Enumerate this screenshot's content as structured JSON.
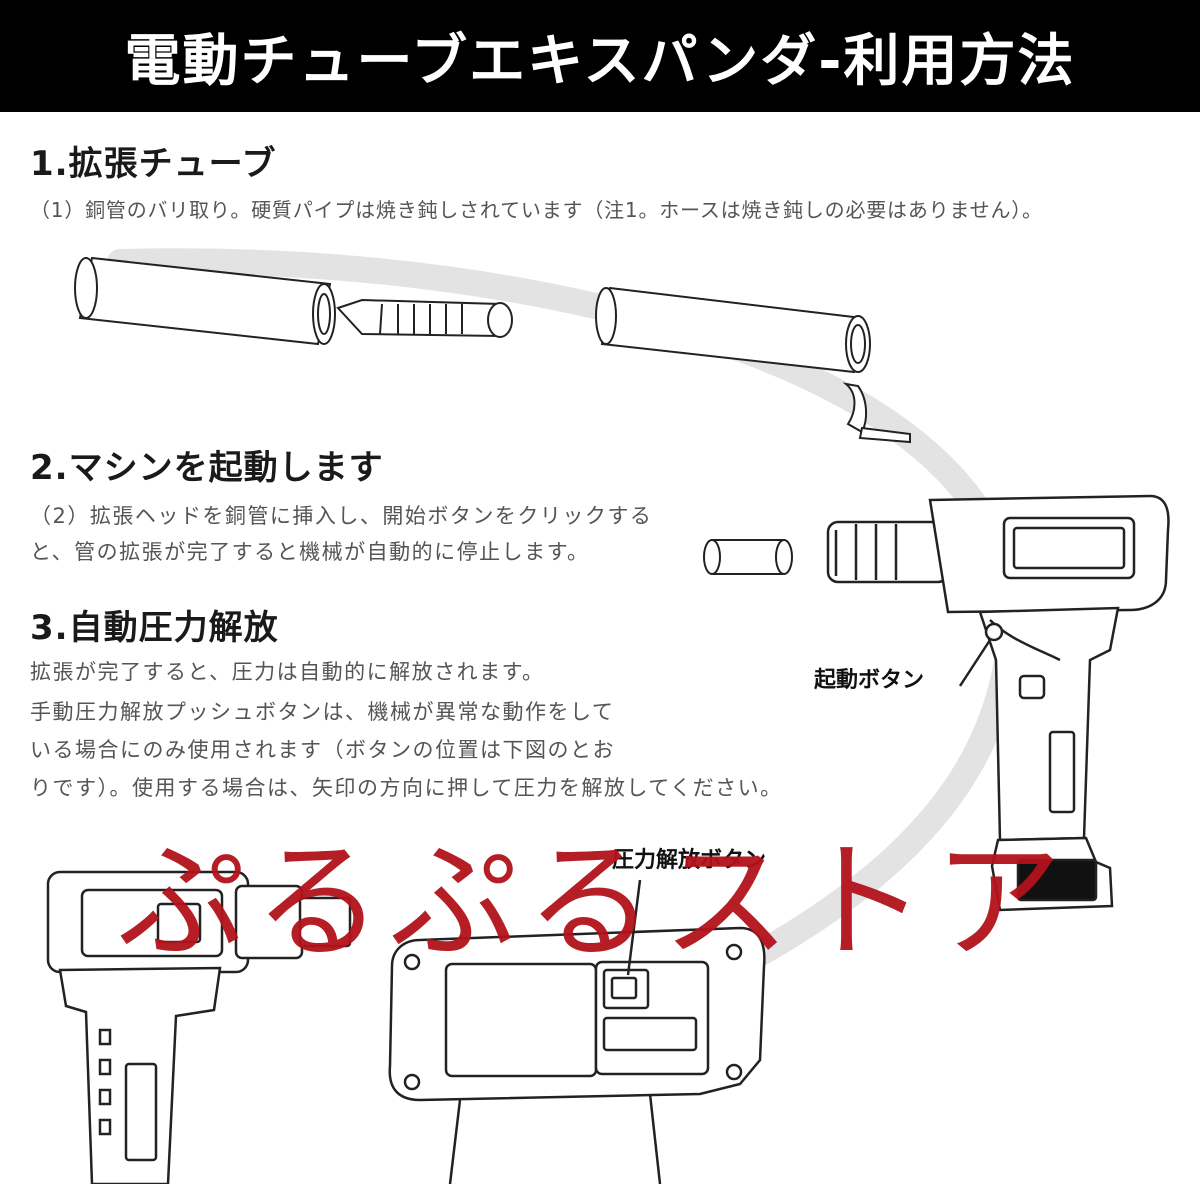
{
  "banner": {
    "title": "電動チューブエキスパンダ-利用方法"
  },
  "step1": {
    "heading": "1.拡張チューブ",
    "line1": "（1）銅管のバリ取り。硬質パイプは焼き鈍しされています（注1。ホースは焼き鈍しの必要はありません）。"
  },
  "step2": {
    "heading": "2.マシンを起動します",
    "lines": [
      "（2）拡張ヘッドを銅管に挿入し、開始ボタンをクリックする",
      "と、管の拡張が完了すると機械が自動的に停止します。"
    ]
  },
  "step3": {
    "heading": "3.自動圧力解放",
    "lines": [
      "拡張が完了すると、圧力は自動的に解放されます。",
      "手動圧力解放プッシュボタンは、機械が異常な動作をして",
      "いる場合にのみ使用されます（ボタンの位置は下図のとお",
      "りです）。使用する場合は、矢印の方向に押して圧力を解放してください。"
    ]
  },
  "callouts": {
    "start_button": "起動ボタン",
    "release_button": "圧力解放ボタン"
  },
  "watermark": "ぷるぷるストア",
  "colors": {
    "banner": "#000000",
    "watermark": "#b3121b"
  }
}
